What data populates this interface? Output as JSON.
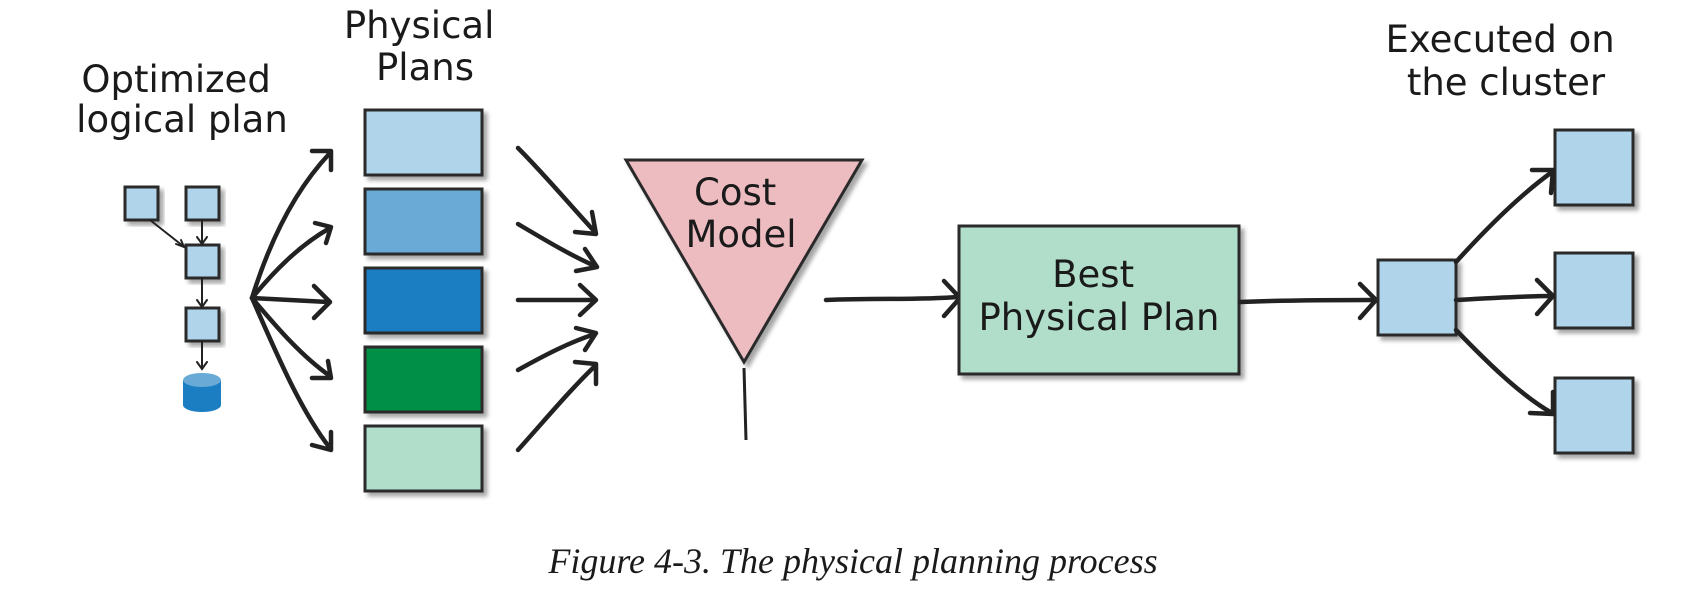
{
  "labels": {
    "optimized_logical_plan": [
      "Optimized",
      "logical plan"
    ],
    "physical_plans": [
      "Physical",
      "Plans"
    ],
    "cost_model": [
      "Cost",
      "Model"
    ],
    "best_physical_plan": [
      "Best",
      "Physical Plan"
    ],
    "executed_on_cluster": [
      "Executed on",
      "the cluster"
    ]
  },
  "caption": "Figure 4-3. The physical planning process",
  "colors": {
    "plan_fills": [
      "#b0d4ea",
      "#6aaad6",
      "#1b7ec2",
      "#008f47",
      "#b0deca"
    ],
    "light_blue": "#b0d4ea",
    "db_blue": "#1b7ec2",
    "cost_model_pink": "#ecbcc0",
    "best_plan_green": "#b0deca"
  }
}
